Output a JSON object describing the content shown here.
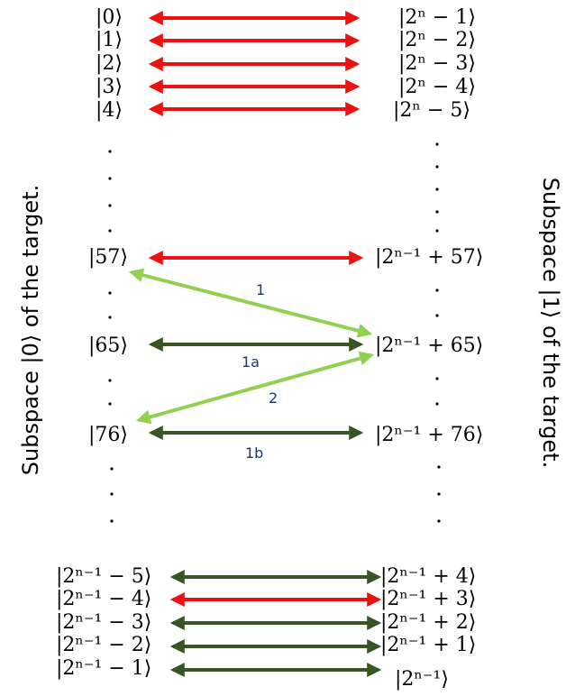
{
  "side_labels": {
    "left": "Subspace |0⟩ of the target.",
    "right": "Subspace |1⟩ of the target."
  },
  "colors": {
    "red": "#ee1111",
    "dark_green": "#375623",
    "light_green": "#92d050",
    "label_text": "#1f3864"
  },
  "arrow_labels": {
    "one": "1",
    "one_a": "1a",
    "two": "2",
    "one_b": "1b"
  },
  "left_states": {
    "s0": "|0⟩",
    "s1": "|1⟩",
    "s2": "|2⟩",
    "s3": "|3⟩",
    "s4": "|4⟩",
    "s57": "|57⟩",
    "s65": "|65⟩",
    "s76": "|76⟩"
  },
  "right_states": {
    "r0": "|2ⁿ − 1⟩",
    "r1": "|2ⁿ − 2⟩",
    "r2": "|2ⁿ − 3⟩",
    "r3": "|2ⁿ − 4⟩",
    "r4": "|2ⁿ − 5⟩",
    "r57": "|2ⁿ⁻¹ + 57⟩",
    "r65": "|2ⁿ⁻¹ + 65⟩",
    "r76": "|2ⁿ⁻¹ + 76⟩"
  },
  "bottom_left_states": {
    "b0": "|2ⁿ⁻¹ − 5⟩",
    "b1": "|2ⁿ⁻¹ − 4⟩",
    "b2": "|2ⁿ⁻¹ − 3⟩",
    "b3": "|2ⁿ⁻¹ − 2⟩",
    "b4": "|2ⁿ⁻¹ − 1⟩"
  },
  "bottom_right_states": {
    "b0": "|2ⁿ⁻¹ + 4⟩",
    "b1": "|2ⁿ⁻¹ + 3⟩",
    "b2": "|2ⁿ⁻¹ + 2⟩",
    "b3": "|2ⁿ⁻¹ + 1⟩",
    "b4": "|2ⁿ⁻¹⟩"
  }
}
